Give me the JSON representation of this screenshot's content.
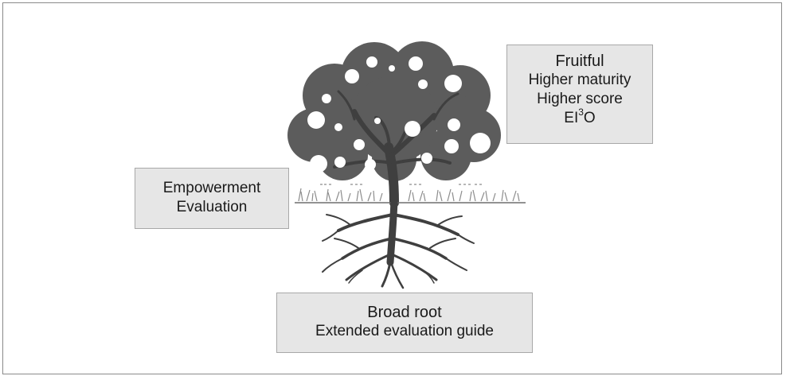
{
  "colors": {
    "canopy": "#5c5c5c",
    "trunk": "#3f3f3f",
    "fruit": "#ffffff",
    "box_fill": "#e6e6e6",
    "grass": "#8c8c8c"
  },
  "fruitful": {
    "title": "Fruitful",
    "line1": "Higher maturity",
    "line2": "Higher score",
    "line3_base": "EI",
    "line3_sup": "3",
    "line3_tail": "O"
  },
  "empowerment": {
    "line1": "Empowerment",
    "line2": "Evaluation"
  },
  "root": {
    "title": "Broad root",
    "subtitle": "Extended evaluation guide"
  }
}
